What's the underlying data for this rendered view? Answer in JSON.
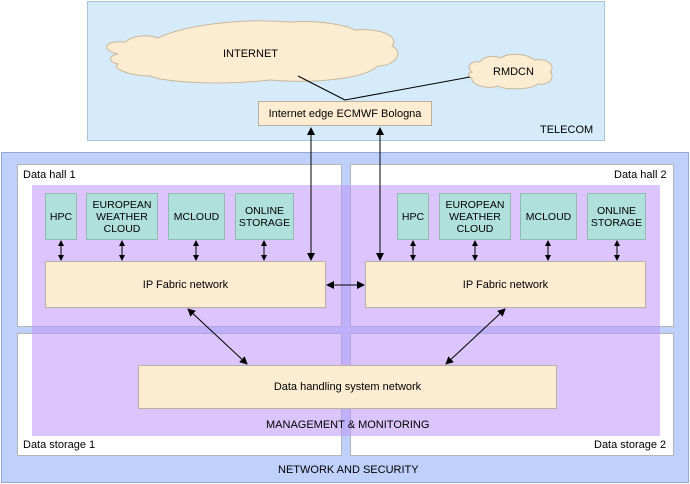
{
  "telecom": {
    "label": "TELECOM",
    "internet_cloud": "INTERNET",
    "rmdcn_cloud": "RMDCN",
    "edge_box": "Internet edge ECMWF Bologna"
  },
  "network_security": {
    "label": "NETWORK AND SECURITY"
  },
  "management": {
    "label": "MANAGEMENT & MONITORING"
  },
  "data_halls": [
    {
      "label": "Data hall 1",
      "services": [
        "HPC",
        "EUROPEAN WEATHER CLOUD",
        "MCLOUD",
        "ONLINE STORAGE"
      ],
      "network": "IP Fabric network"
    },
    {
      "label": "Data hall 2",
      "services": [
        "HPC",
        "EUROPEAN WEATHER CLOUD",
        "MCLOUD",
        "ONLINE STORAGE"
      ],
      "network": "IP Fabric network"
    }
  ],
  "data_storage": [
    {
      "label": "Data storage 1"
    },
    {
      "label": "Data storage 2"
    }
  ],
  "data_handling": {
    "label": "Data handling system network"
  },
  "colors": {
    "telecom_bg": "#d6ebfa",
    "network_security_bg": "#bfd0fb",
    "management_overlay": "#c9a6fb",
    "service_box": "#b0e0dc",
    "network_box": "#fcedd2",
    "cloud": "#fcedd2"
  }
}
